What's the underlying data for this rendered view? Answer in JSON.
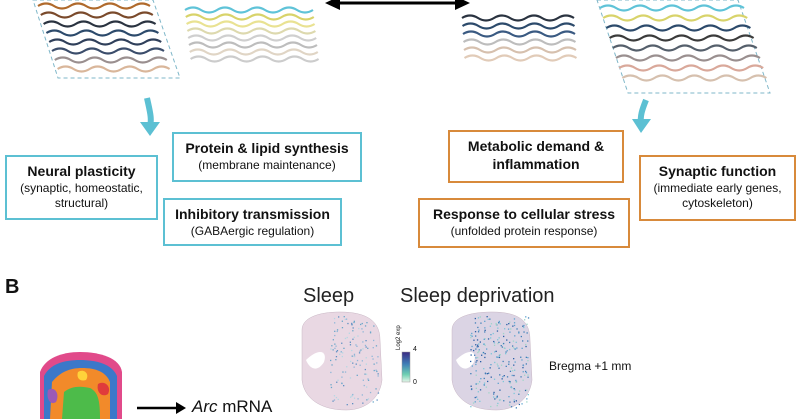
{
  "colors": {
    "cyan": "#5cc0d3",
    "orange": "#d88a3b",
    "wave_palette_left": [
      "#b06a2c",
      "#7a4a2b",
      "#2a3340",
      "#2c4a6b",
      "#2f3f5a",
      "#3b4d6b",
      "#9a8f8f",
      "#d9b69a"
    ],
    "wave_palette_left2": [
      "#5fc3d8",
      "#d8d36a",
      "#e9e292",
      "#ddd9ae",
      "#cfcfcf",
      "#bdbdbd",
      "#e0d5c5",
      "#cccccc"
    ],
    "wave_palette_right": [
      "#2a3340",
      "#2c4a6b",
      "#3a5a82",
      "#bdbdbd",
      "#d6c0ae",
      "#e1cbb8"
    ],
    "wave_palette_right2": [
      "#5fc3d8",
      "#d8d36a",
      "#2c4a6b",
      "#3b3b3b",
      "#555f6b",
      "#9a8f8f",
      "#d9a89a",
      "#d6c0ae"
    ]
  },
  "left_boxes": [
    {
      "title": "Neural plasticity",
      "subtitle": "(synaptic, homeostatic, structural)"
    },
    {
      "title": "Protein & lipid synthesis",
      "subtitle": "(membrane maintenance)"
    },
    {
      "title": "Inhibitory transmission",
      "subtitle": "(GABAergic regulation)"
    }
  ],
  "right_boxes": [
    {
      "title": "Metabolic demand & inflammation",
      "subtitle": ""
    },
    {
      "title": "Response to cellular stress",
      "subtitle": "(unfolded protein response)"
    },
    {
      "title": "Synaptic function",
      "subtitle": "(immediate early genes, cytoskeleton)"
    }
  ],
  "panel_b": {
    "label": "B",
    "sleep": "Sleep",
    "sleep_deprivation": "Sleep deprivation",
    "legend_title": "Log2 exp",
    "legend_max": "4",
    "legend_min": "0",
    "bregma": "Bregma +1 mm",
    "arc_italic": "Arc",
    "arc_rest": " mRNA"
  }
}
